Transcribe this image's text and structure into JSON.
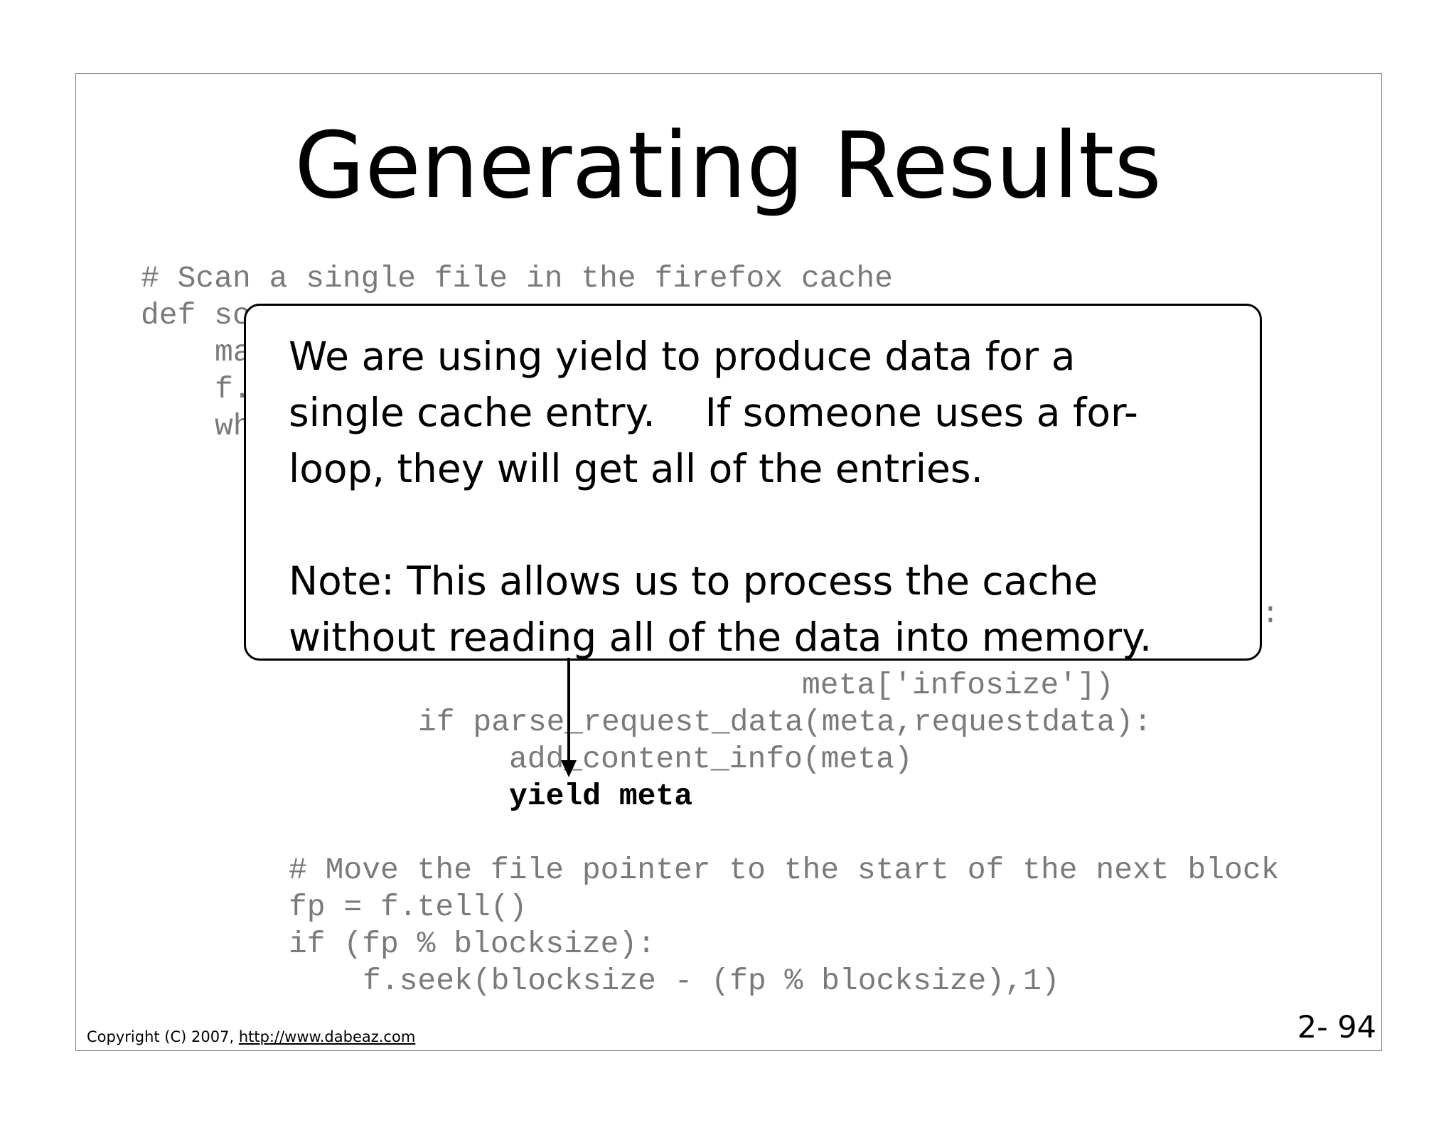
{
  "slide": {
    "title": "Generating Results",
    "page_number": "2- 94",
    "copyright_text": "Copyright (C) 2007, ",
    "copyright_link": "http://www.dabeaz.com"
  },
  "code": {
    "line1": "# Scan a single file in the firefox cache",
    "line2": "def sc",
    "line3": "ma",
    "line4": "f.",
    "line5": "wh",
    "line6": ":",
    "line7": "meta['infosize'])",
    "line8": "if parse_request_data(meta,requestdata):",
    "line9": "add_content_info(meta)",
    "line10": "yield meta",
    "line11": "# Move the file pointer to the start of the next block",
    "line12": "fp = f.tell()",
    "line13": "if (fp % blocksize):",
    "line14": "f.seek(blocksize - (fp % blocksize),1)"
  },
  "callout": {
    "text": "We are using yield to produce data for a\nsingle cache entry.    If someone uses a for-\nloop, they will get all of the entries.\n\nNote: This allows us to process the cache\nwithout reading all of the data into memory."
  }
}
